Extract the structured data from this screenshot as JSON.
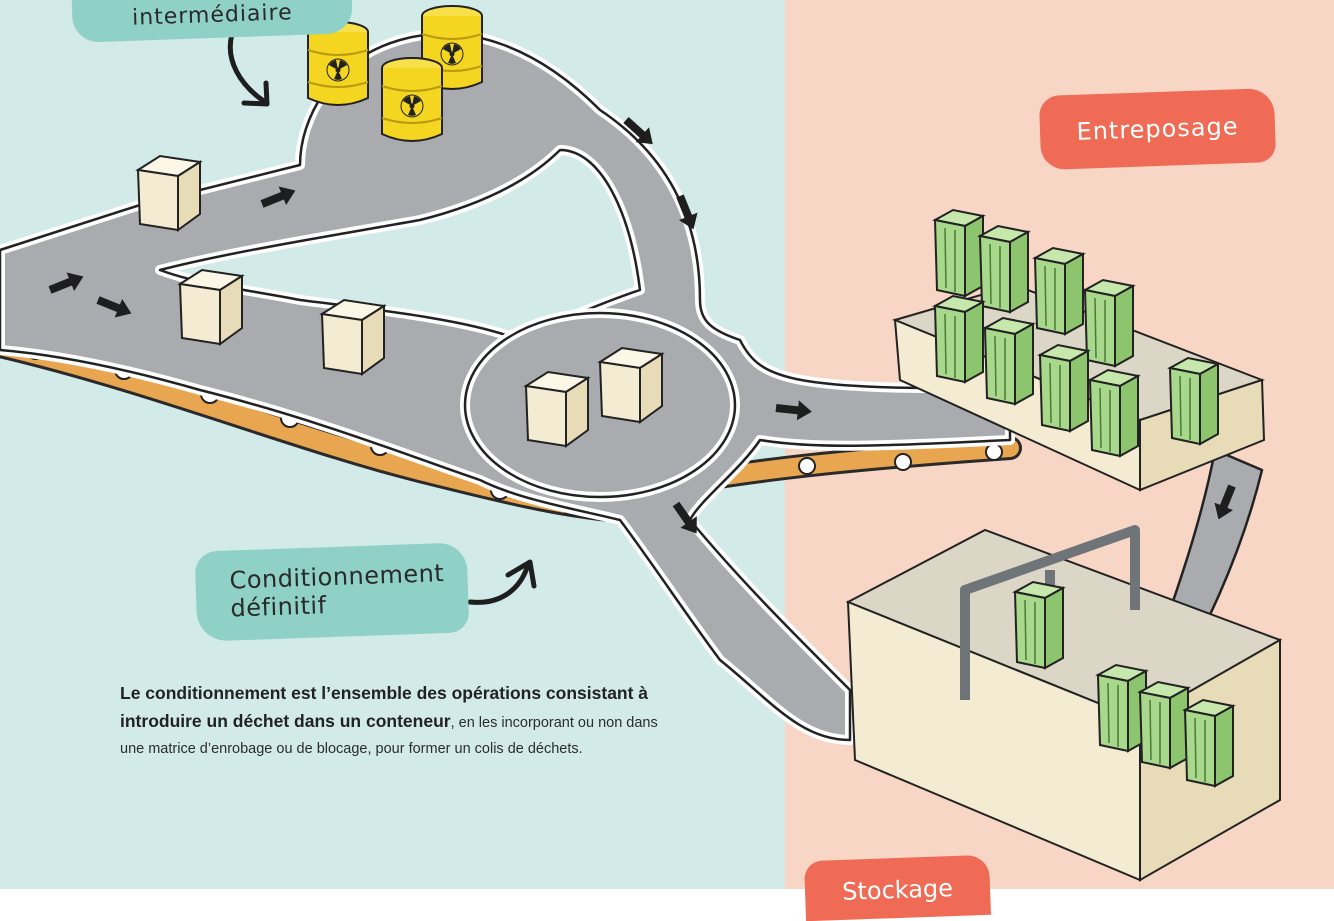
{
  "labels": {
    "intermediate": "intermédiaire",
    "storage": "Entreposage",
    "stockage": "Stockage",
    "conditioning": "Conditionnement définitif"
  },
  "definition": {
    "bold": "Le conditionnement est l’ensemble des opérations consistant à introduire un déchet dans un conteneur",
    "rest": ", en les incorporant ou non dans une matrice d’enrobage ou de blocage, pour former un colis de déchets."
  },
  "colors": {
    "left_background": "#d3ebe8",
    "right_background": "#f8d6c5",
    "road": "#a9abae",
    "road_border": "#ffffff",
    "conveyor": "#e9a651",
    "label_teal": "#8fd1c6",
    "label_coral": "#f06b55",
    "barrel": "#f4d51f",
    "package_green": "#a8d88b",
    "block_cream": "#f4ecd2"
  },
  "icons": [
    "radioactive-barrel-icon",
    "arrow-icon",
    "cube-icon",
    "green-package-icon"
  ]
}
